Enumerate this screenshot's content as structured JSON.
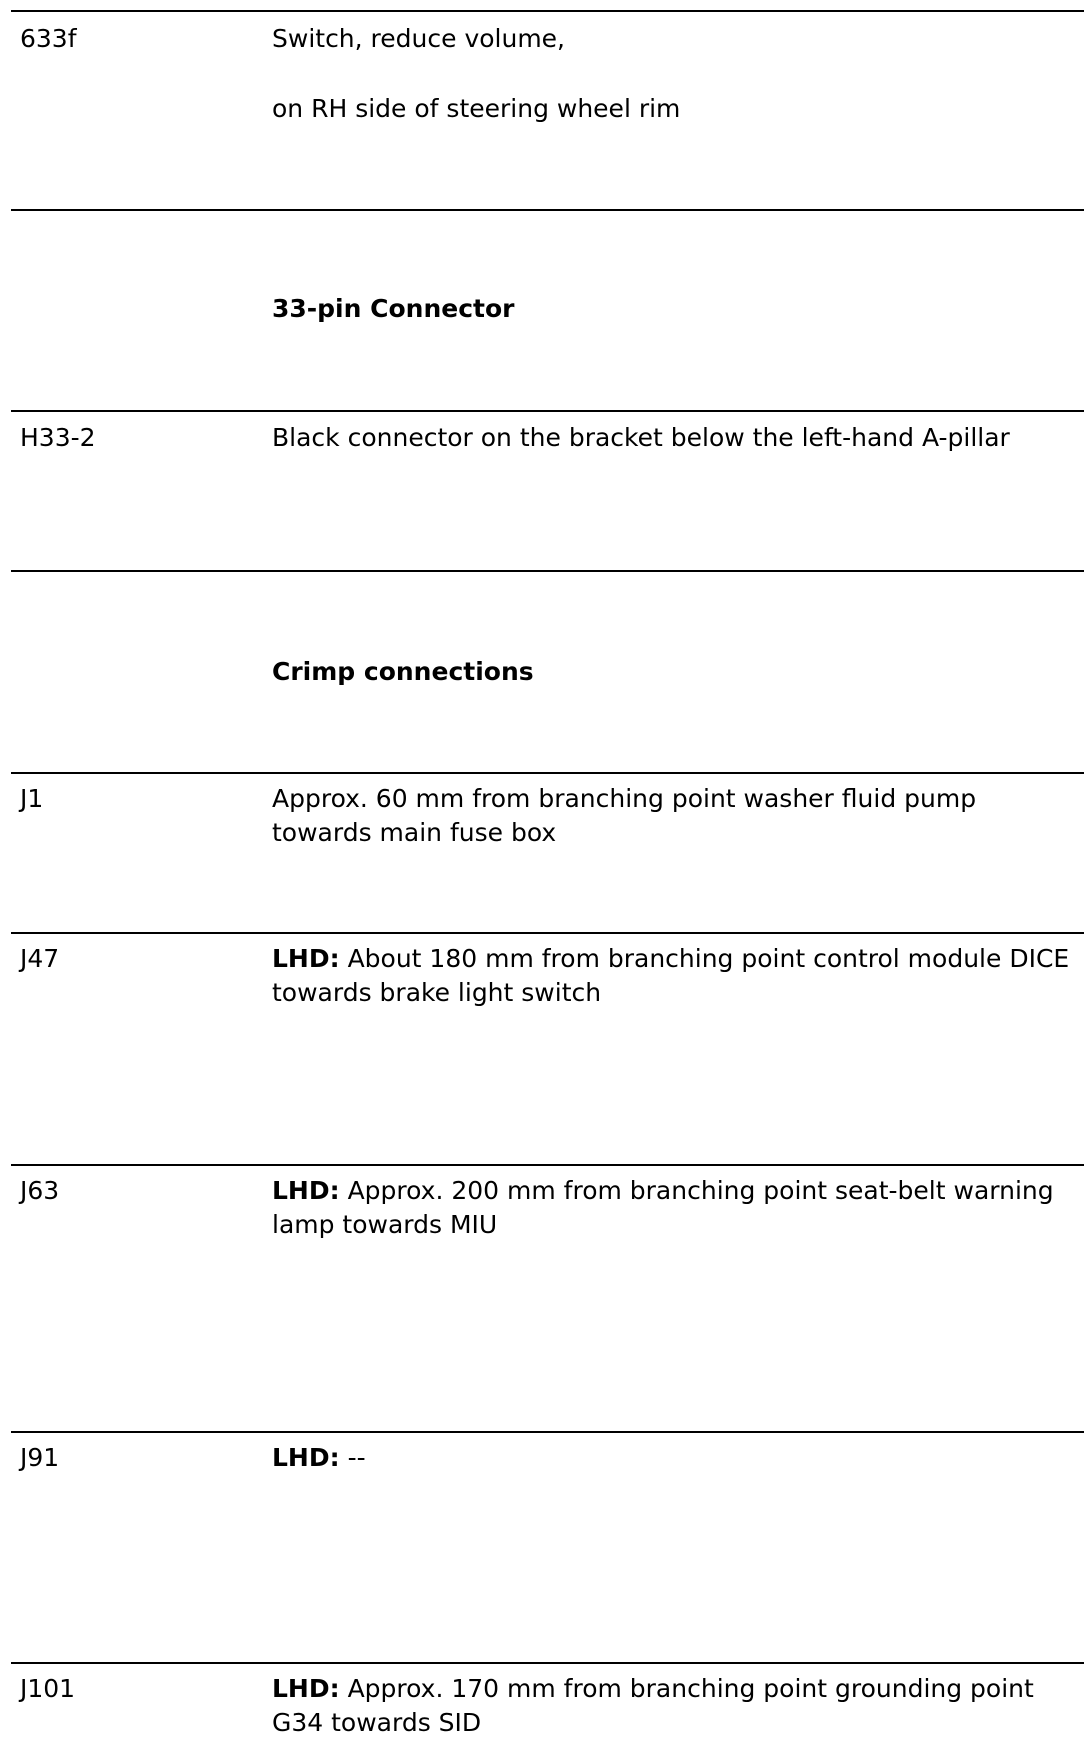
{
  "rows": [
    {
      "code": "633f",
      "desc_line1": "Switch, reduce volume,",
      "desc_line2": "on RH side of steering wheel rim"
    },
    {
      "heading": "33-pin Connector"
    },
    {
      "code": "H33-2",
      "desc": "Black connector on the bracket below the left-hand A-pillar"
    },
    {
      "heading": "Crimp connections"
    },
    {
      "code": "J1",
      "desc": "Approx. 60 mm from branching point washer fluid pump towards main fuse box"
    },
    {
      "code": "J47",
      "prefix": "LHD:",
      "desc": "About 180 mm from branching point control module DICE towards brake light switch"
    },
    {
      "code": "J63",
      "prefix": "LHD:",
      "desc": "Approx. 200 mm from branching point seat-belt warning lamp towards MIU"
    },
    {
      "code": "J91",
      "prefix": "LHD:",
      "desc": "--"
    },
    {
      "code": "J101",
      "prefix": "LHD:",
      "desc": "Approx. 170 mm from branching point grounding point G34 towards SID"
    }
  ]
}
